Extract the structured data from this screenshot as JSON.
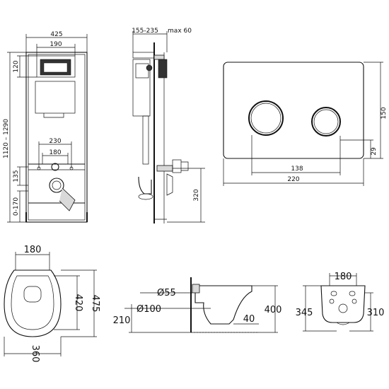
{
  "frame": {
    "width": "425",
    "panel_width": "190",
    "panel_height": "120",
    "total_height": "1120 – 1290",
    "bolt_spacing": "230",
    "pipe_spacing": "180",
    "outlet_height": "135",
    "foot_range": "0-170"
  },
  "side": {
    "depth": "155-235",
    "max": "max 60",
    "outlet_height": "320"
  },
  "button": {
    "height": "150",
    "offset": "29",
    "button_span": "138",
    "width": "220"
  },
  "bowl_top": {
    "top_width": "180",
    "inner_length": "420",
    "total_length": "475",
    "width": "360"
  },
  "bowl_side": {
    "inlet": "Ø55",
    "outlet": "Ø100",
    "outlet_height": "210",
    "height": "400",
    "offset": "40"
  },
  "bowl_rear": {
    "bolt_spacing": "180",
    "left_height": "345",
    "right_height": "310"
  }
}
